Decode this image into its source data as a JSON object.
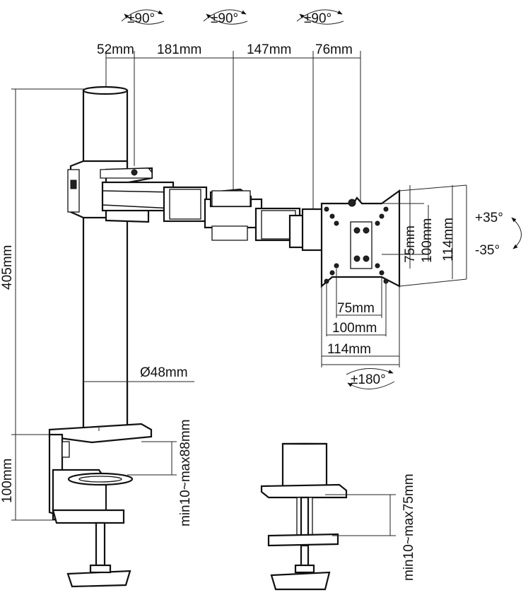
{
  "rotation_labels": {
    "swivel_1": "±90°",
    "swivel_2": "±90°",
    "swivel_3": "±90°",
    "tilt_up": "+35°",
    "tilt_down": "-35°",
    "rotate": "±180°"
  },
  "dimensions": {
    "top_1": "52mm",
    "top_2": "181mm",
    "top_3": "147mm",
    "top_4": "76mm",
    "height": "405mm",
    "pole_diameter": "Ø48mm",
    "base_height": "100mm",
    "vesa_h_75": "75mm",
    "vesa_h_100": "100mm",
    "vesa_h_114": "114mm",
    "vesa_w_75": "75mm",
    "vesa_w_100": "100mm",
    "vesa_w_114": "114mm",
    "clamp_range": "min10~max88mm",
    "grommet_range": "min10~max75mm"
  }
}
